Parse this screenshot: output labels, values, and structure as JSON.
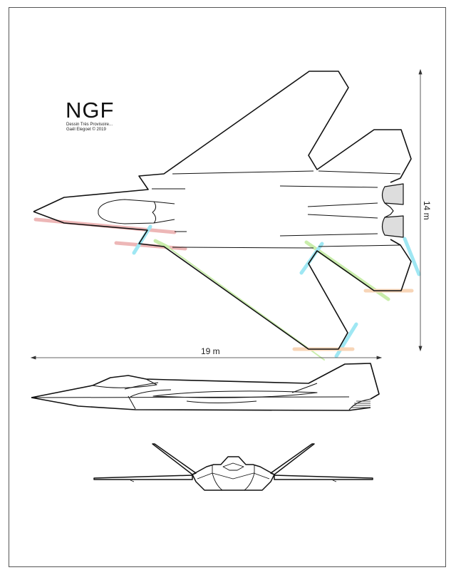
{
  "logo": {
    "title": "NGF",
    "subtitle_line1": "Dessin Très Provisoire...",
    "subtitle_line2": "Gaël Elegoet © 2019"
  },
  "dimensions": {
    "length": "19 m",
    "span": "14 m"
  },
  "colors": {
    "outline": "#111111",
    "pink": "#e8a0a0",
    "cyan": "#7fe0f0",
    "green": "#b8e890",
    "orange": "#f5c8a0"
  }
}
